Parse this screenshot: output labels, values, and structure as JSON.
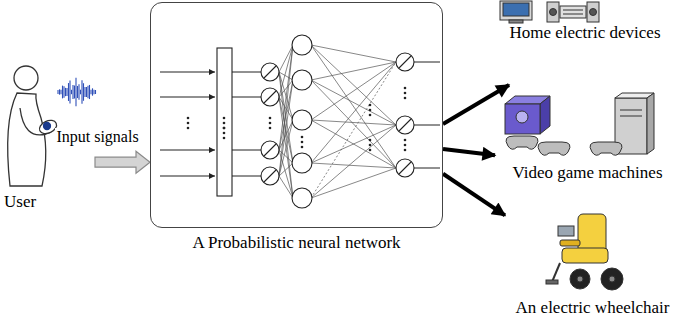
{
  "diagram": {
    "nodes": [
      {
        "text": [
          "User"
        ]
      },
      {
        "text": [
          "A Probabilistic neural network"
        ]
      },
      {
        "text": [
          "Home electric devices"
        ]
      },
      {
        "text": [
          "Video game machines"
        ]
      },
      {
        "text": [
          "An electric wheelchair"
        ]
      }
    ],
    "edges": [
      {
        "from": 0,
        "to": 1,
        "arrow": "to",
        "label": "Input signals"
      },
      {
        "from": 1,
        "to": 2,
        "arrow": "to"
      },
      {
        "from": 1,
        "to": 3,
        "arrow": "to"
      },
      {
        "from": 1,
        "to": 4,
        "arrow": "to"
      }
    ]
  }
}
